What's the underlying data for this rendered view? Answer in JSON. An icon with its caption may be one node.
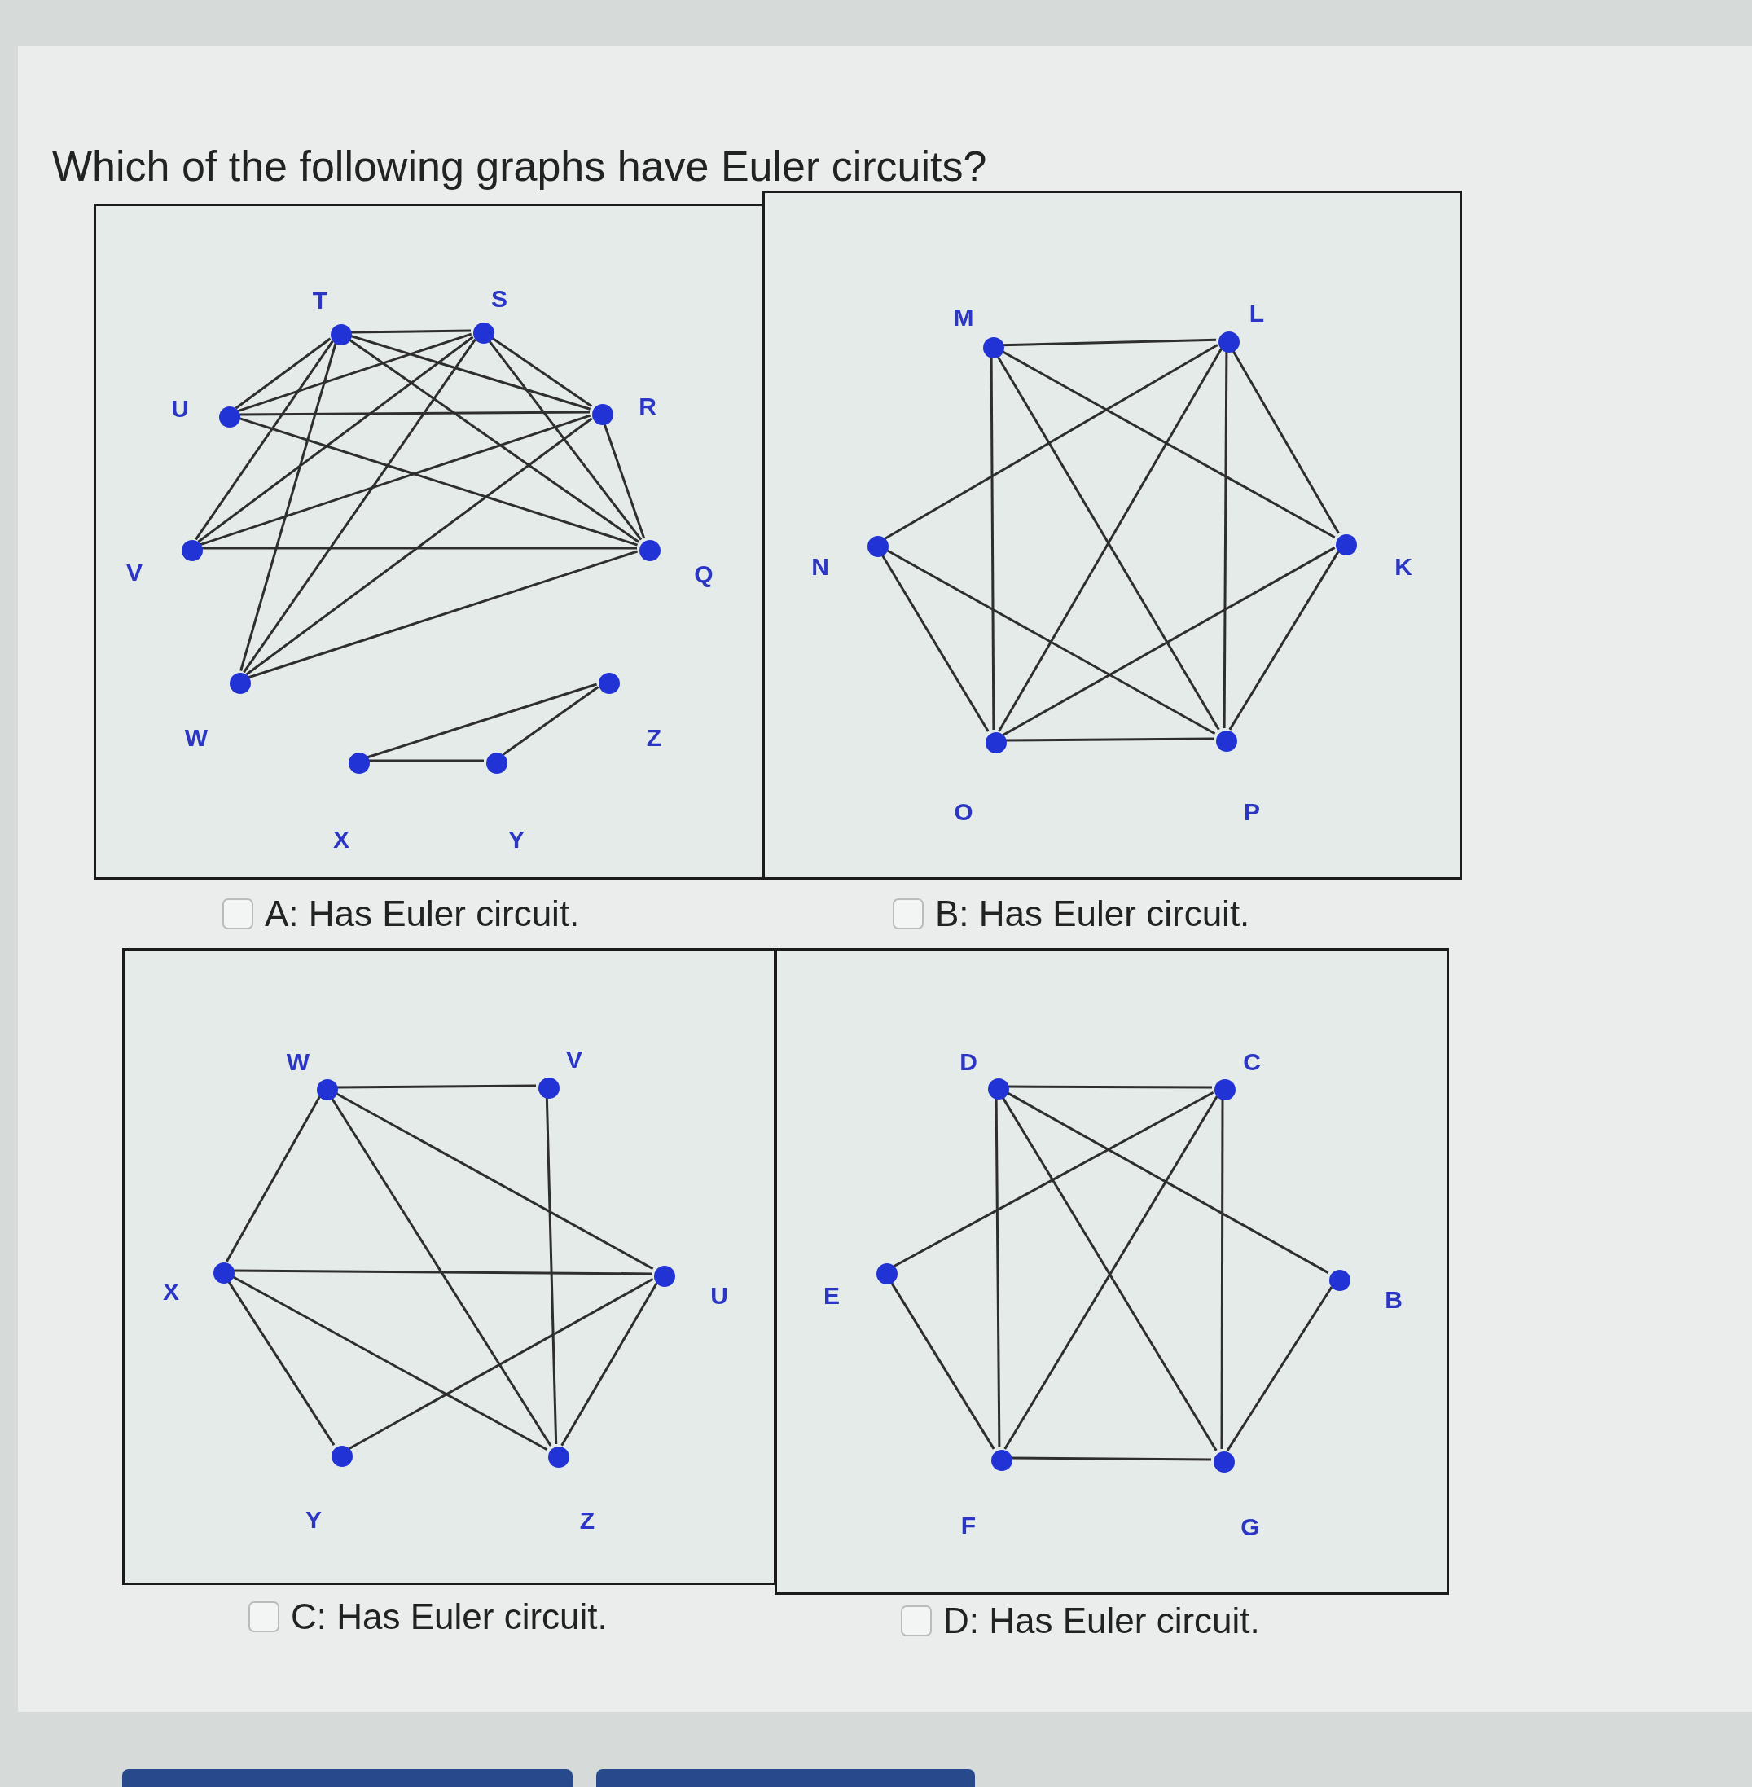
{
  "diagram": {
    "title": "Which of the following graphs have Euler circuits?",
    "nodes": [
      {
        "text": [],
        "shape": "box",
        "beside": [
          "A: Has Euler circuit."
        ]
      },
      {
        "text": [],
        "shape": "circle",
        "beside": [
          "T"
        ],
        "in": 0
      },
      {
        "text": [],
        "shape": "circle",
        "beside": [
          "S"
        ],
        "in": 0
      },
      {
        "text": [],
        "shape": "circle",
        "beside": [
          "U"
        ],
        "in": 0
      },
      {
        "text": [],
        "shape": "circle",
        "beside": [
          "R"
        ],
        "in": 0
      },
      {
        "text": [],
        "shape": "circle",
        "beside": [
          "V"
        ],
        "in": 0
      },
      {
        "text": [],
        "shape": "circle",
        "beside": [
          "Q"
        ],
        "in": 0
      },
      {
        "text": [],
        "shape": "circle",
        "beside": [
          "W"
        ],
        "in": 0
      },
      {
        "text": [],
        "shape": "circle",
        "beside": [
          "Z"
        ],
        "in": 0
      },
      {
        "text": [],
        "shape": "circle",
        "beside": [
          "X"
        ],
        "in": 0
      },
      {
        "text": [],
        "shape": "circle",
        "beside": [
          "Y"
        ],
        "in": 0
      },
      {
        "text": [],
        "shape": "box",
        "beside": [
          "B: Has Euler circuit."
        ]
      },
      {
        "text": [],
        "shape": "circle",
        "beside": [
          "M"
        ],
        "in": 11
      },
      {
        "text": [],
        "shape": "circle",
        "beside": [
          "L"
        ],
        "in": 11
      },
      {
        "text": [],
        "shape": "circle",
        "beside": [
          "N"
        ],
        "in": 11
      },
      {
        "text": [],
        "shape": "circle",
        "beside": [
          "K"
        ],
        "in": 11
      },
      {
        "text": [],
        "shape": "circle",
        "beside": [
          "O"
        ],
        "in": 11
      },
      {
        "text": [],
        "shape": "circle",
        "beside": [
          "P"
        ],
        "in": 11
      },
      {
        "text": [],
        "shape": "box",
        "beside": [
          "C: Has Euler circuit."
        ]
      },
      {
        "text": [],
        "shape": "circle",
        "beside": [
          "W"
        ],
        "in": 18
      },
      {
        "text": [],
        "shape": "circle",
        "beside": [
          "V"
        ],
        "in": 18
      },
      {
        "text": [],
        "shape": "circle",
        "beside": [
          "X"
        ],
        "in": 18
      },
      {
        "text": [],
        "shape": "circle",
        "beside": [
          "U"
        ],
        "in": 18
      },
      {
        "text": [],
        "shape": "circle",
        "beside": [
          "Y"
        ],
        "in": 18
      },
      {
        "text": [],
        "shape": "circle",
        "beside": [
          "Z"
        ],
        "in": 18
      },
      {
        "text": [],
        "shape": "box",
        "beside": [
          "D: Has Euler circuit."
        ]
      },
      {
        "text": [],
        "shape": "circle",
        "beside": [
          "D"
        ],
        "in": 25
      },
      {
        "text": [],
        "shape": "circle",
        "beside": [
          "C"
        ],
        "in": 25
      },
      {
        "text": [],
        "shape": "circle",
        "beside": [
          "E"
        ],
        "in": 25
      },
      {
        "text": [],
        "shape": "circle",
        "beside": [
          "B"
        ],
        "in": 25
      },
      {
        "text": [],
        "shape": "circle",
        "beside": [
          "F"
        ],
        "in": 25
      },
      {
        "text": [],
        "shape": "circle",
        "beside": [
          "G"
        ],
        "in": 25
      }
    ],
    "edges": [
      {
        "from": 1,
        "to": 2,
        "arrow": "none"
      },
      {
        "from": 1,
        "to": 3,
        "arrow": "none"
      },
      {
        "from": 1,
        "to": 5,
        "arrow": "none"
      },
      {
        "from": 1,
        "to": 7,
        "arrow": "none"
      },
      {
        "from": 1,
        "to": 4,
        "arrow": "none"
      },
      {
        "from": 1,
        "to": 6,
        "arrow": "none"
      },
      {
        "from": 2,
        "to": 3,
        "arrow": "none"
      },
      {
        "from": 2,
        "to": 5,
        "arrow": "none"
      },
      {
        "from": 2,
        "to": 7,
        "arrow": "none"
      },
      {
        "from": 2,
        "to": 4,
        "arrow": "none"
      },
      {
        "from": 2,
        "to": 6,
        "arrow": "none"
      },
      {
        "from": 3,
        "to": 4,
        "arrow": "none"
      },
      {
        "from": 3,
        "to": 6,
        "arrow": "none"
      },
      {
        "from": 5,
        "to": 4,
        "arrow": "none"
      },
      {
        "from": 5,
        "to": 6,
        "arrow": "none"
      },
      {
        "from": 4,
        "to": 7,
        "arrow": "none"
      },
      {
        "from": 4,
        "to": 6,
        "arrow": "none"
      },
      {
        "from": 7,
        "to": 6,
        "arrow": "none"
      },
      {
        "from": 9,
        "to": 10,
        "arrow": "none"
      },
      {
        "from": 10,
        "to": 8,
        "arrow": "none"
      },
      {
        "from": 9,
        "to": 8,
        "arrow": "none"
      },
      {
        "from": 12,
        "to": 13,
        "arrow": "none"
      },
      {
        "from": 12,
        "to": 16,
        "arrow": "none"
      },
      {
        "from": 12,
        "to": 15,
        "arrow": "none"
      },
      {
        "from": 12,
        "to": 17,
        "arrow": "none"
      },
      {
        "from": 13,
        "to": 14,
        "arrow": "none"
      },
      {
        "from": 13,
        "to": 16,
        "arrow": "none"
      },
      {
        "from": 13,
        "to": 17,
        "arrow": "none"
      },
      {
        "from": 13,
        "to": 15,
        "arrow": "none"
      },
      {
        "from": 14,
        "to": 16,
        "arrow": "none"
      },
      {
        "from": 14,
        "to": 17,
        "arrow": "none"
      },
      {
        "from": 15,
        "to": 16,
        "arrow": "none"
      },
      {
        "from": 15,
        "to": 17,
        "arrow": "none"
      },
      {
        "from": 16,
        "to": 17,
        "arrow": "none"
      },
      {
        "from": 19,
        "to": 20,
        "arrow": "none"
      },
      {
        "from": 19,
        "to": 21,
        "arrow": "none"
      },
      {
        "from": 19,
        "to": 24,
        "arrow": "none"
      },
      {
        "from": 19,
        "to": 22,
        "arrow": "none"
      },
      {
        "from": 20,
        "to": 24,
        "arrow": "none"
      },
      {
        "from": 21,
        "to": 22,
        "arrow": "none"
      },
      {
        "from": 21,
        "to": 23,
        "arrow": "none"
      },
      {
        "from": 21,
        "to": 24,
        "arrow": "none"
      },
      {
        "from": 23,
        "to": 22,
        "arrow": "none"
      },
      {
        "from": 22,
        "to": 24,
        "arrow": "none"
      },
      {
        "from": 26,
        "to": 27,
        "arrow": "none"
      },
      {
        "from": 26,
        "to": 30,
        "arrow": "none"
      },
      {
        "from": 26,
        "to": 31,
        "arrow": "none"
      },
      {
        "from": 26,
        "to": 29,
        "arrow": "none"
      },
      {
        "from": 27,
        "to": 28,
        "arrow": "none"
      },
      {
        "from": 27,
        "to": 30,
        "arrow": "none"
      },
      {
        "from": 27,
        "to": 31,
        "arrow": "none"
      },
      {
        "from": 28,
        "to": 30,
        "arrow": "none"
      },
      {
        "from": 29,
        "to": 31,
        "arrow": "none"
      },
      {
        "from": 30,
        "to": 31,
        "arrow": "none"
      }
    ]
  }
}
